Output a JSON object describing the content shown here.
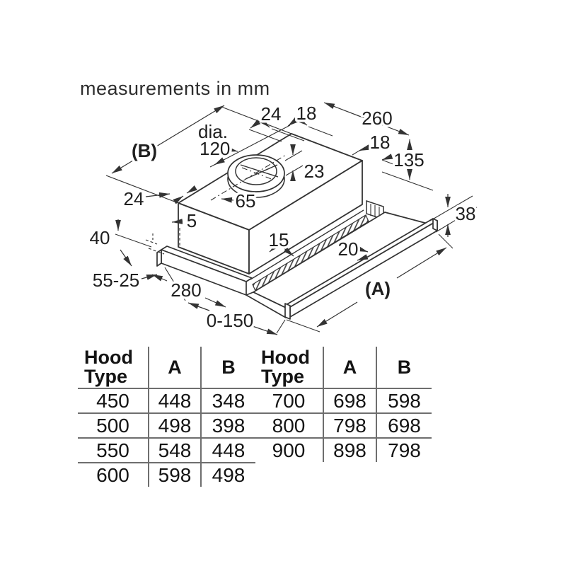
{
  "title": "measurements in mm",
  "diagram": {
    "dims": {
      "b": "(B)",
      "a": "(A)",
      "top24": "24",
      "top18": "18",
      "d260": "260",
      "right18": "18",
      "d135": "135",
      "dia": "dia.",
      "d120": "120",
      "d23": "23",
      "d65": "65",
      "left24": "24",
      "d5": "5",
      "d40": "40",
      "d15": "15",
      "d20": "20",
      "d38": "38",
      "d5525": "55-25",
      "d280": "280",
      "d0150": "0-150"
    }
  },
  "tables": [
    {
      "header": {
        "col1_line1": "Hood",
        "col1_line2": "Type",
        "col2": "A",
        "col3": "B"
      },
      "rows": [
        [
          "450",
          "448",
          "348"
        ],
        [
          "500",
          "498",
          "398"
        ],
        [
          "550",
          "548",
          "448"
        ],
        [
          "600",
          "598",
          "498"
        ]
      ]
    },
    {
      "header": {
        "col1_line1": "Hood",
        "col1_line2": "Type",
        "col2": "A",
        "col3": "B"
      },
      "rows": [
        [
          "700",
          "698",
          "598"
        ],
        [
          "800",
          "798",
          "698"
        ],
        [
          "900",
          "898",
          "798"
        ]
      ]
    }
  ]
}
